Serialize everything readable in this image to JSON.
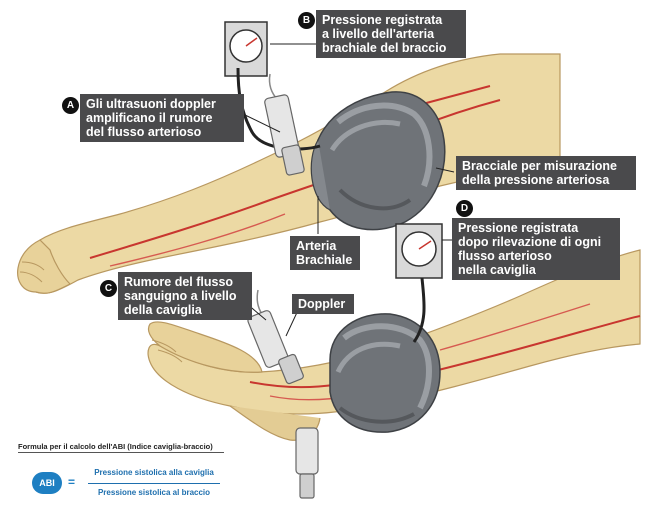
{
  "labels": {
    "A": "Gli ultrasuoni doppler\namplificano il rumore\ndel flusso arterioso",
    "B": "Pressione registrata\na livello dell'arteria\nbrachiale del braccio",
    "C": "Rumore del flusso\nsanguigno a livello\ndella caviglia",
    "D": "Pressione registrata\ndopo rilevazione di ogni\nflusso arterioso\nnella caviglia",
    "cuff": "Bracciale per misurazione\ndella pressione arteriosa",
    "artery": "Arteria\nBrachiale",
    "doppler": "Doppler"
  },
  "badges": {
    "A": "A",
    "B": "B",
    "C": "C",
    "D": "D"
  },
  "formula": {
    "title": "Formula per il calcolo dell'ABI (Indice caviglia-braccio)",
    "abi": "ABI",
    "equals": "=",
    "numerator": "Pressione sistolica alla caviglia",
    "denominator": "Pressione sistolica al braccio"
  },
  "colors": {
    "skin": "#ecd9a4",
    "skin_shade": "#d9bf82",
    "artery": "#c8362f",
    "cuff": "#6f7378",
    "cuff_light": "#9a9ea3",
    "label_bg": "#4a4a4c",
    "accent": "#1e7fc2"
  }
}
